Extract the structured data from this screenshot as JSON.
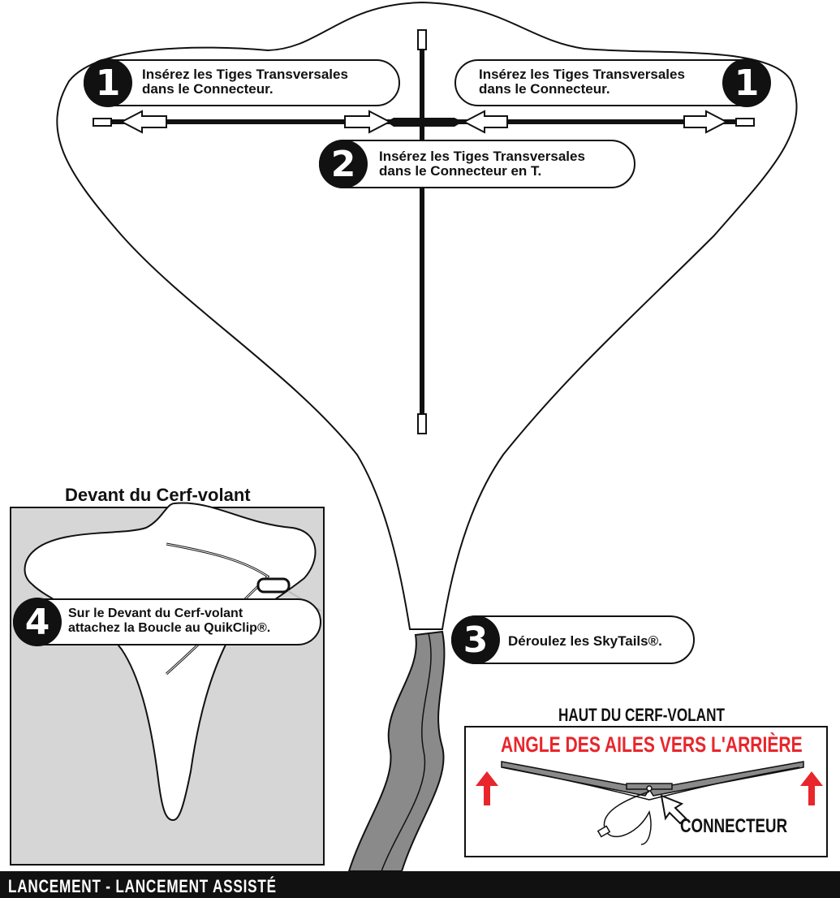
{
  "steps": [
    {
      "num": "1",
      "text_line1": "Insérez les Tiges Transversales",
      "text_line2": "dans le Connecteur."
    },
    {
      "num": "1",
      "text_line1": "Insérez les Tiges Transversales",
      "text_line2": "dans le Connecteur."
    },
    {
      "num": "2",
      "text_line1": "Insérez les Tiges Transversales",
      "text_line2": "dans le Connecteur en T."
    },
    {
      "num": "3",
      "text_line1": "Déroulez les SkyTails®."
    },
    {
      "num": "4",
      "text_line1": "Sur le Devant du Cerf-volant",
      "text_line2": "attachez la Boucle au QuikClip®."
    }
  ],
  "front_panel": {
    "title": "Devant du Cerf-volant"
  },
  "top_panel": {
    "title": "HAUT DU CERF-VOLANT",
    "subtitle": "ANGLE DES AILES VERS L'ARRIÈRE",
    "connector_label": "CONNECTEUR",
    "accent_color": "#e8262c"
  },
  "footer": {
    "label": "LANCEMENT - LANCEMENT ASSISTÉ"
  },
  "colors": {
    "ink": "#111111",
    "panel_bg": "#d6d6d6",
    "tail": "#808080"
  }
}
